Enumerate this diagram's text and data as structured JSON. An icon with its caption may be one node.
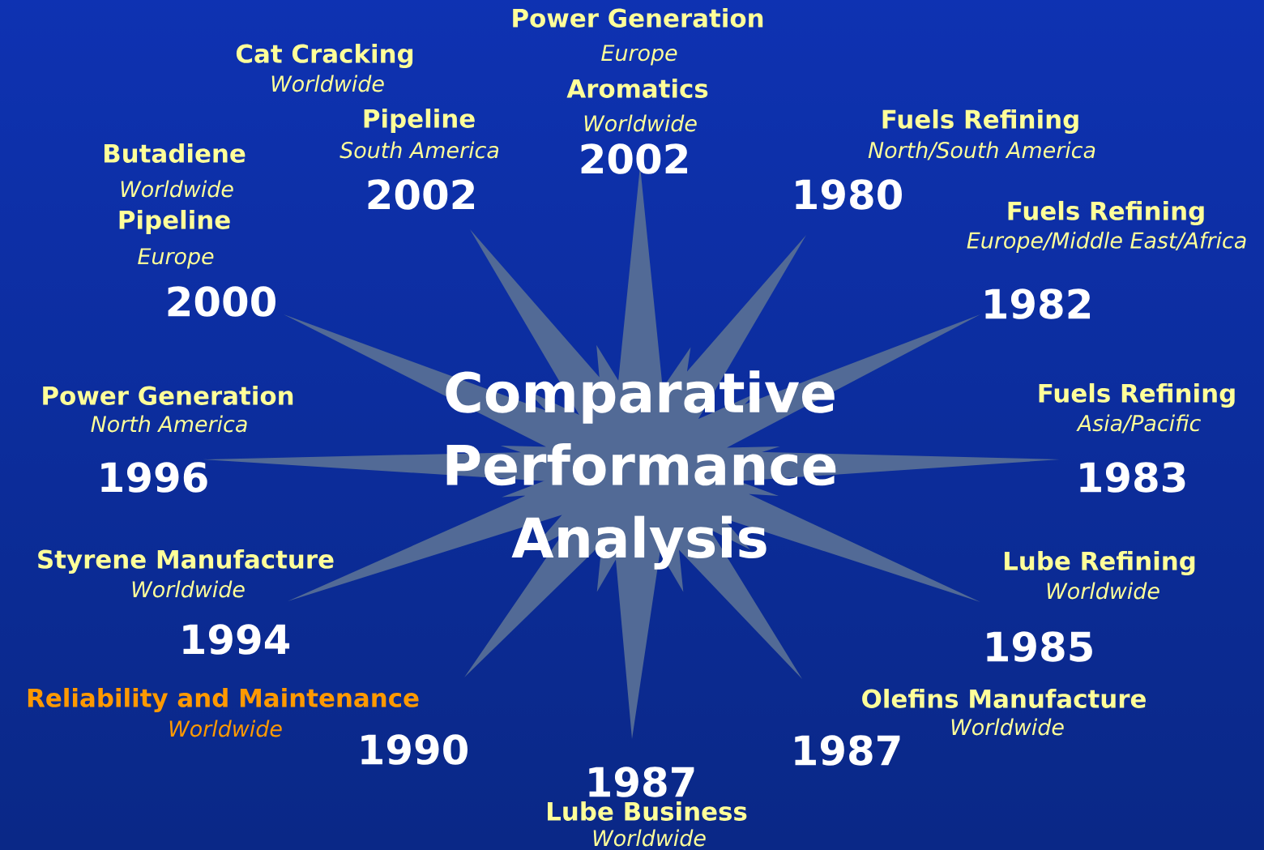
{
  "diagram": {
    "nodes": [
      {
        "text": [
          "Comparative Performance Analysis"
        ]
      }
    ],
    "labels": [
      "Power Generation",
      "Cat Cracking",
      "Europe",
      "Worldwide",
      "Aromatics",
      "Pipeline",
      "Worldwide",
      "Fuels Refining",
      "Butadiene",
      "South America",
      "2002",
      "North/South America",
      "Worldwide",
      "2002",
      "1980",
      "Pipeline",
      "Fuels Refining",
      "Europe",
      "Europe/Middle East/Africa",
      "2000",
      "1982",
      "Power Generation",
      "Fuels Refining",
      "North America",
      "Asia/Pacific",
      "1996",
      "1983",
      "Styrene Manufacture",
      "Lube Refining",
      "Worldwide",
      "Worldwide",
      "1994",
      "1985",
      "Reliability and Maintenance",
      "Olefins Manufacture",
      "Worldwide",
      "Worldwide",
      "1990",
      "1987",
      "1987",
      "Lube Business",
      "Worldwide"
    ]
  }
}
